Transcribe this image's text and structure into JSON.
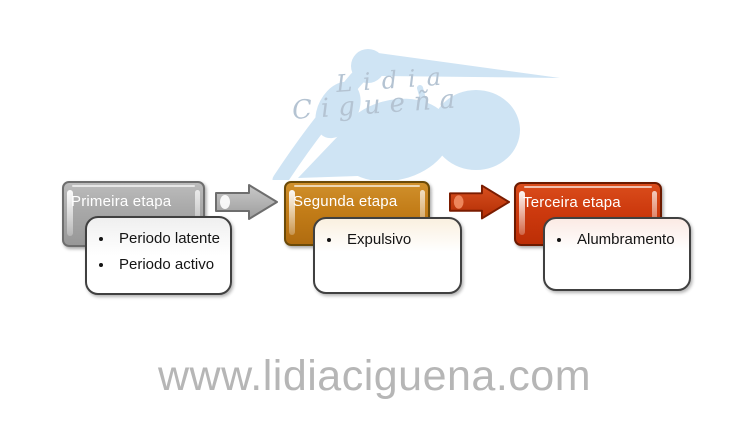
{
  "page": {
    "background": "#ffffff"
  },
  "watermark": {
    "line1": "Lidia",
    "line2": "Cigueña",
    "logo": "stork-with-baby-bundle",
    "logo_color": "#cfe4f4",
    "text_color": "#b4c3d2"
  },
  "diagram": {
    "type": "process-flow",
    "stages": [
      {
        "title": "Primeira etapa",
        "header_color": "#a6a6a6",
        "header_border": "#6e6e6e",
        "content_tint": "#efefef",
        "bullets": [
          "Periodo latente",
          "Periodo activo"
        ]
      },
      {
        "title": "Segunda etapa",
        "header_color": "#c37d18",
        "header_border": "#6b4a08",
        "content_tint": "#faf0e0",
        "bullets": [
          "Expulsivo"
        ]
      },
      {
        "title": "Terceira etapa",
        "header_color": "#cd3a0e",
        "header_border": "#6b1a00",
        "content_tint": "#fbeae4",
        "bullets": [
          "Alumbramento"
        ]
      }
    ],
    "arrows": [
      {
        "direction": "right",
        "color": "#b5b5b5",
        "border": "#6e6e6e"
      },
      {
        "direction": "right",
        "color": "#cc3b0e",
        "border": "#7a1c00"
      }
    ]
  },
  "footer": {
    "url": "www.lidiaciguena.com",
    "color": "#b6b6b6"
  }
}
